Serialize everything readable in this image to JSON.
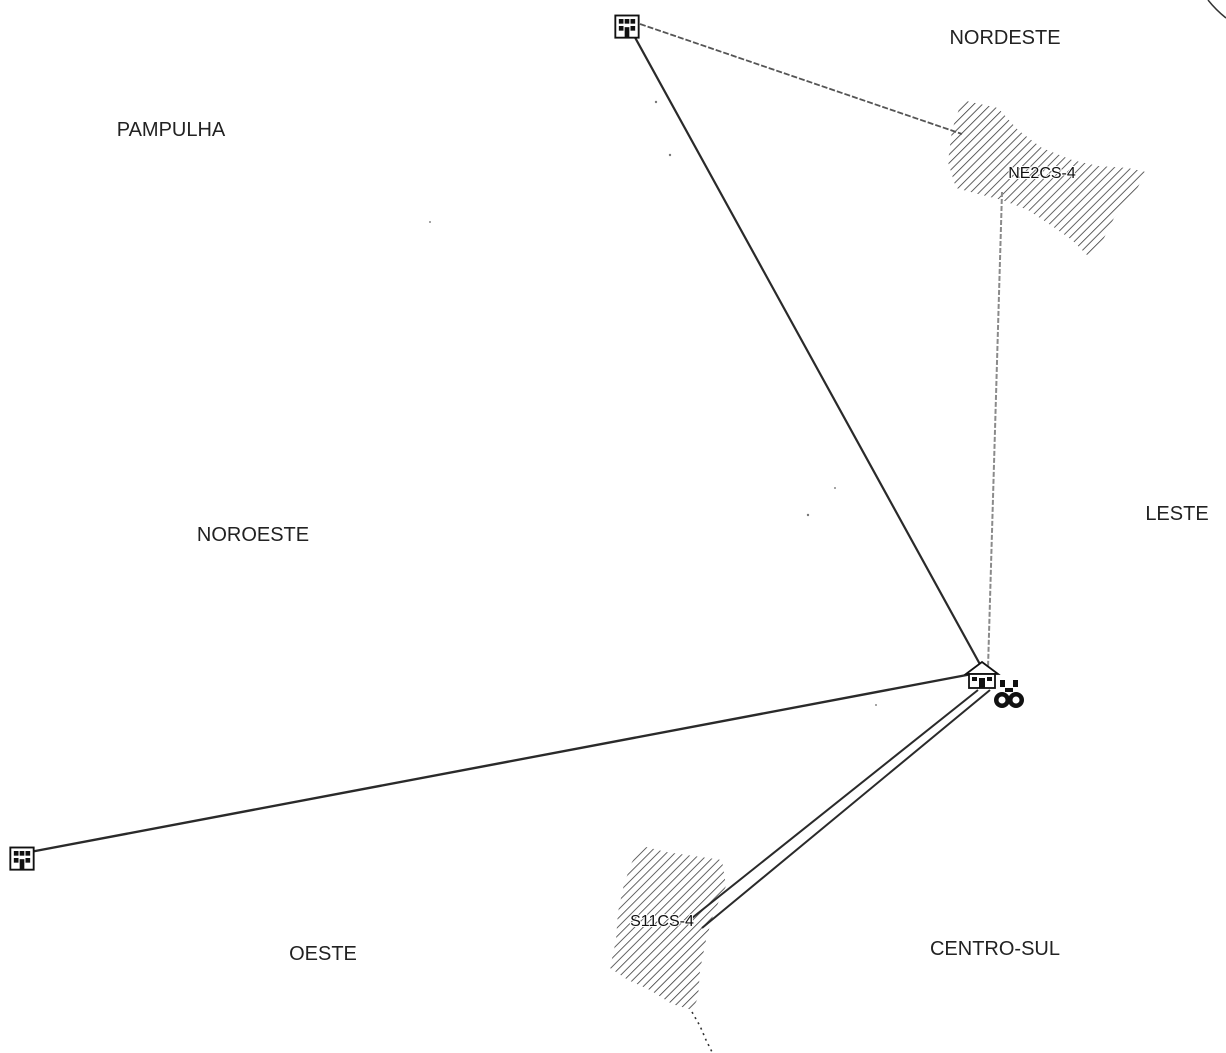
{
  "regions": {
    "nordeste": "NORDESTE",
    "pampulha": "PAMPULHA",
    "noroeste": "NOROESTE",
    "leste": "LESTE",
    "oeste": "OESTE",
    "centro_sul": "CENTRO-SUL"
  },
  "sectors": {
    "ne2cs4": "NE2CS-4",
    "s11cs4": "S11CS-4"
  },
  "icons": {
    "hub": "house-icon",
    "nodes": "building-icon",
    "tool": "binoculars-icon"
  },
  "colors": {
    "line": "#2a2a2a",
    "line_light": "#8a8a8a",
    "hatch": "#3a3a3a"
  }
}
